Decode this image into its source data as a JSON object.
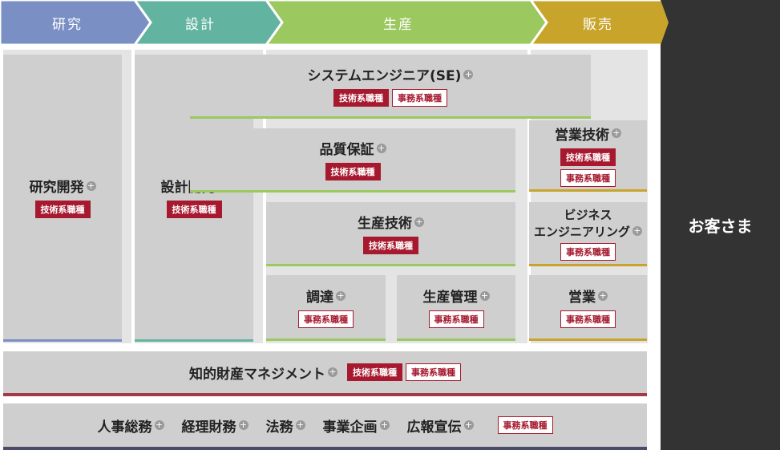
{
  "stages": [
    {
      "label": "研究",
      "color": "#7a8fc4"
    },
    {
      "label": "設計",
      "color": "#63b3a1"
    },
    {
      "label": "生産",
      "color": "#9bc85f"
    },
    {
      "label": "販売",
      "color": "#c9a42b"
    }
  ],
  "customer": "お客さま",
  "tags": {
    "tech": "技術系職種",
    "office": "事務系職種"
  },
  "plus": "+",
  "jobs": {
    "research": "研究開発",
    "design": "設計開発",
    "se": "システムエンジニア(SE)",
    "qa": "品質保証",
    "sales_eng": "営業技術",
    "production_eng": "生産技術",
    "business_eng_line1": "ビジネス",
    "business_eng_line2": "エンジニアリング",
    "procurement": "調達",
    "production_mgmt": "生産管理",
    "sales": "営業",
    "ip": "知的財産マネジメント"
  },
  "corporate": [
    "人事総務",
    "経理財務",
    "法務",
    "事業企画",
    "広報宣伝"
  ]
}
